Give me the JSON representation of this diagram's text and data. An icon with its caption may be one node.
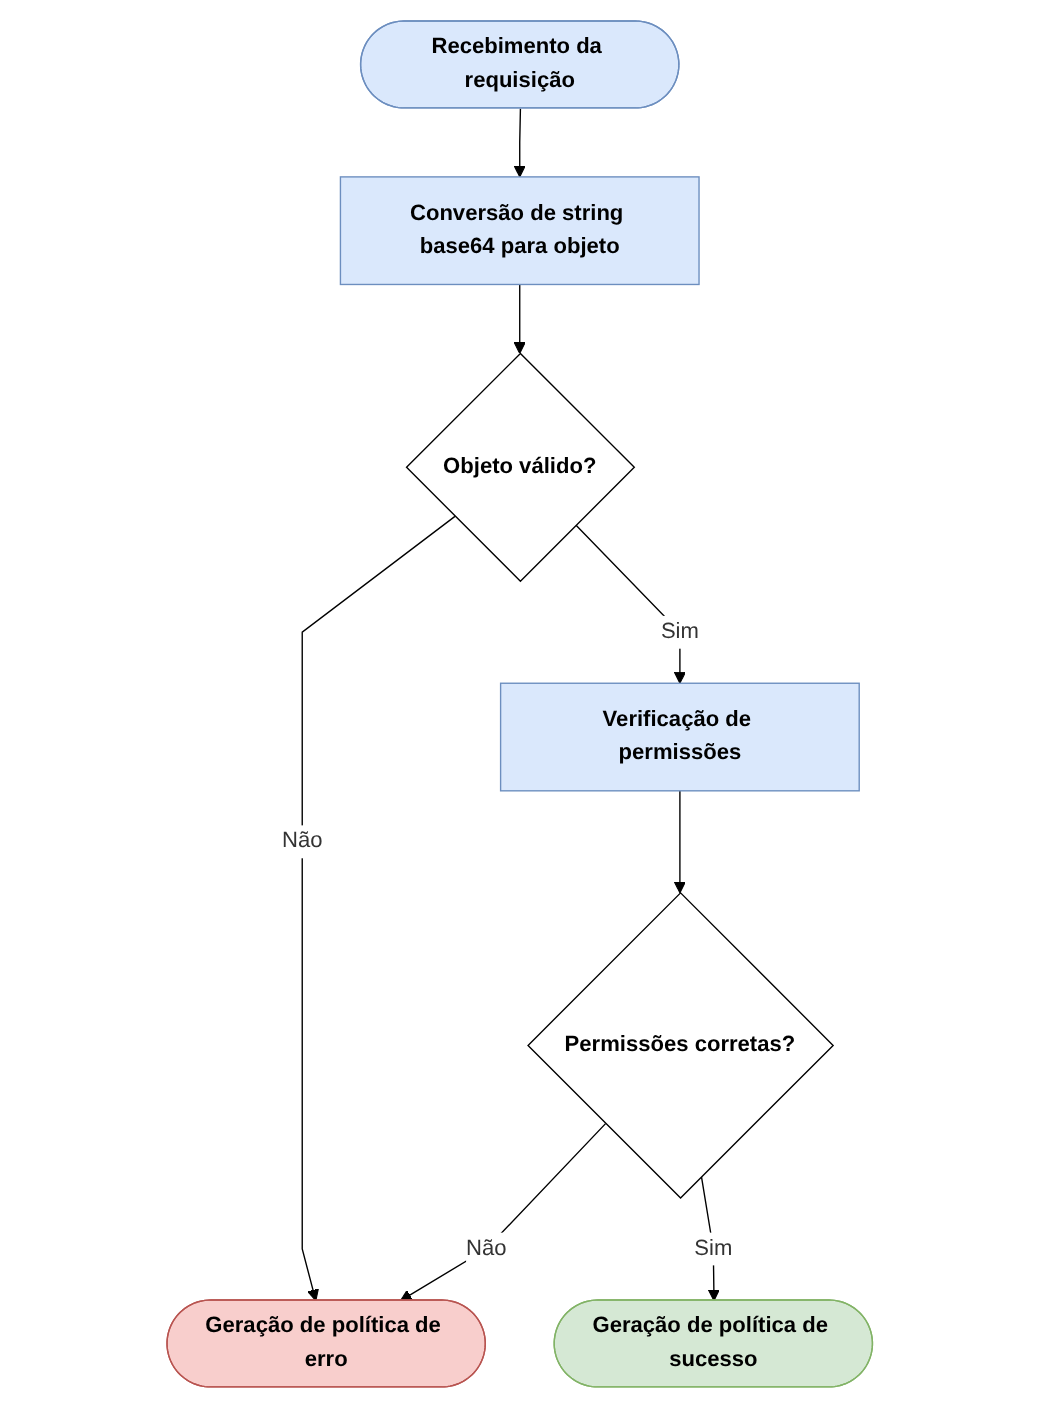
{
  "diagram": {
    "nodes": [
      {
        "text": [
          "Recebimento da requisição"
        ]
      },
      {
        "text": [
          "Conversão de string base64 para objeto"
        ]
      },
      {
        "text": [
          "Objeto válido?"
        ]
      },
      {
        "text": [
          "Verificação de permissões"
        ]
      },
      {
        "text": [
          "Permissões corretas?"
        ]
      },
      {
        "text": [
          "Geração de política de erro"
        ]
      },
      {
        "text": [
          "Geração de política de sucesso"
        ]
      }
    ],
    "edges": [
      {
        "from": 0,
        "to": 1,
        "arrow": "to"
      },
      {
        "from": 1,
        "to": 2,
        "arrow": "to"
      },
      {
        "from": 2,
        "to": 3,
        "arrow": "to",
        "label": "Sim"
      },
      {
        "from": 2,
        "to": 5,
        "arrow": "to",
        "label": "Não"
      },
      {
        "from": 3,
        "to": 4,
        "arrow": "to"
      },
      {
        "from": 4,
        "to": 5,
        "arrow": "to",
        "label": "Não"
      },
      {
        "from": 4,
        "to": 6,
        "arrow": "to",
        "label": "Sim"
      }
    ]
  }
}
